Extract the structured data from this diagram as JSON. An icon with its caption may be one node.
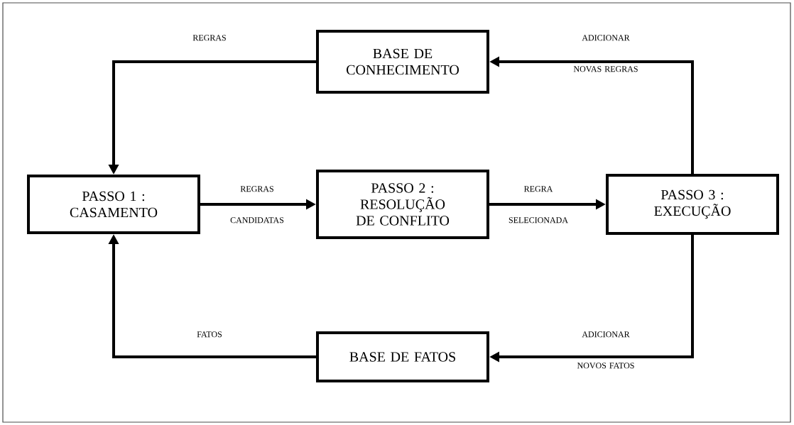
{
  "diagram": {
    "nodes": [
      {
        "text": [
          "BASE DE CONHECIMENTO"
        ]
      },
      {
        "text": [
          "PASSO 1 : CASAMENTO"
        ]
      },
      {
        "text": [
          "PASSO 2 : RESOLUÇÃO DE CONFLITO"
        ]
      },
      {
        "text": [
          "PASSO 3 : EXECUÇÃO"
        ]
      },
      {
        "text": [
          "BASE DE FATOS"
        ]
      }
    ],
    "edges": [
      {
        "from": 0,
        "to": 1,
        "arrow": "to",
        "label": "REGRAS"
      },
      {
        "from": 1,
        "to": 2,
        "arrow": "to",
        "label": "REGRAS CANDIDATAS"
      },
      {
        "from": 2,
        "to": 3,
        "arrow": "to",
        "label": "REGRA SELECIONADA"
      },
      {
        "from": 3,
        "to": 0,
        "arrow": "to",
        "label": "ADICIONAR NOVAS REGRAS"
      },
      {
        "from": 3,
        "to": 4,
        "arrow": "to",
        "label": "ADICIONAR NOVOS FATOS"
      },
      {
        "from": 4,
        "to": 1,
        "arrow": "to",
        "label": "FATOS"
      }
    ]
  }
}
